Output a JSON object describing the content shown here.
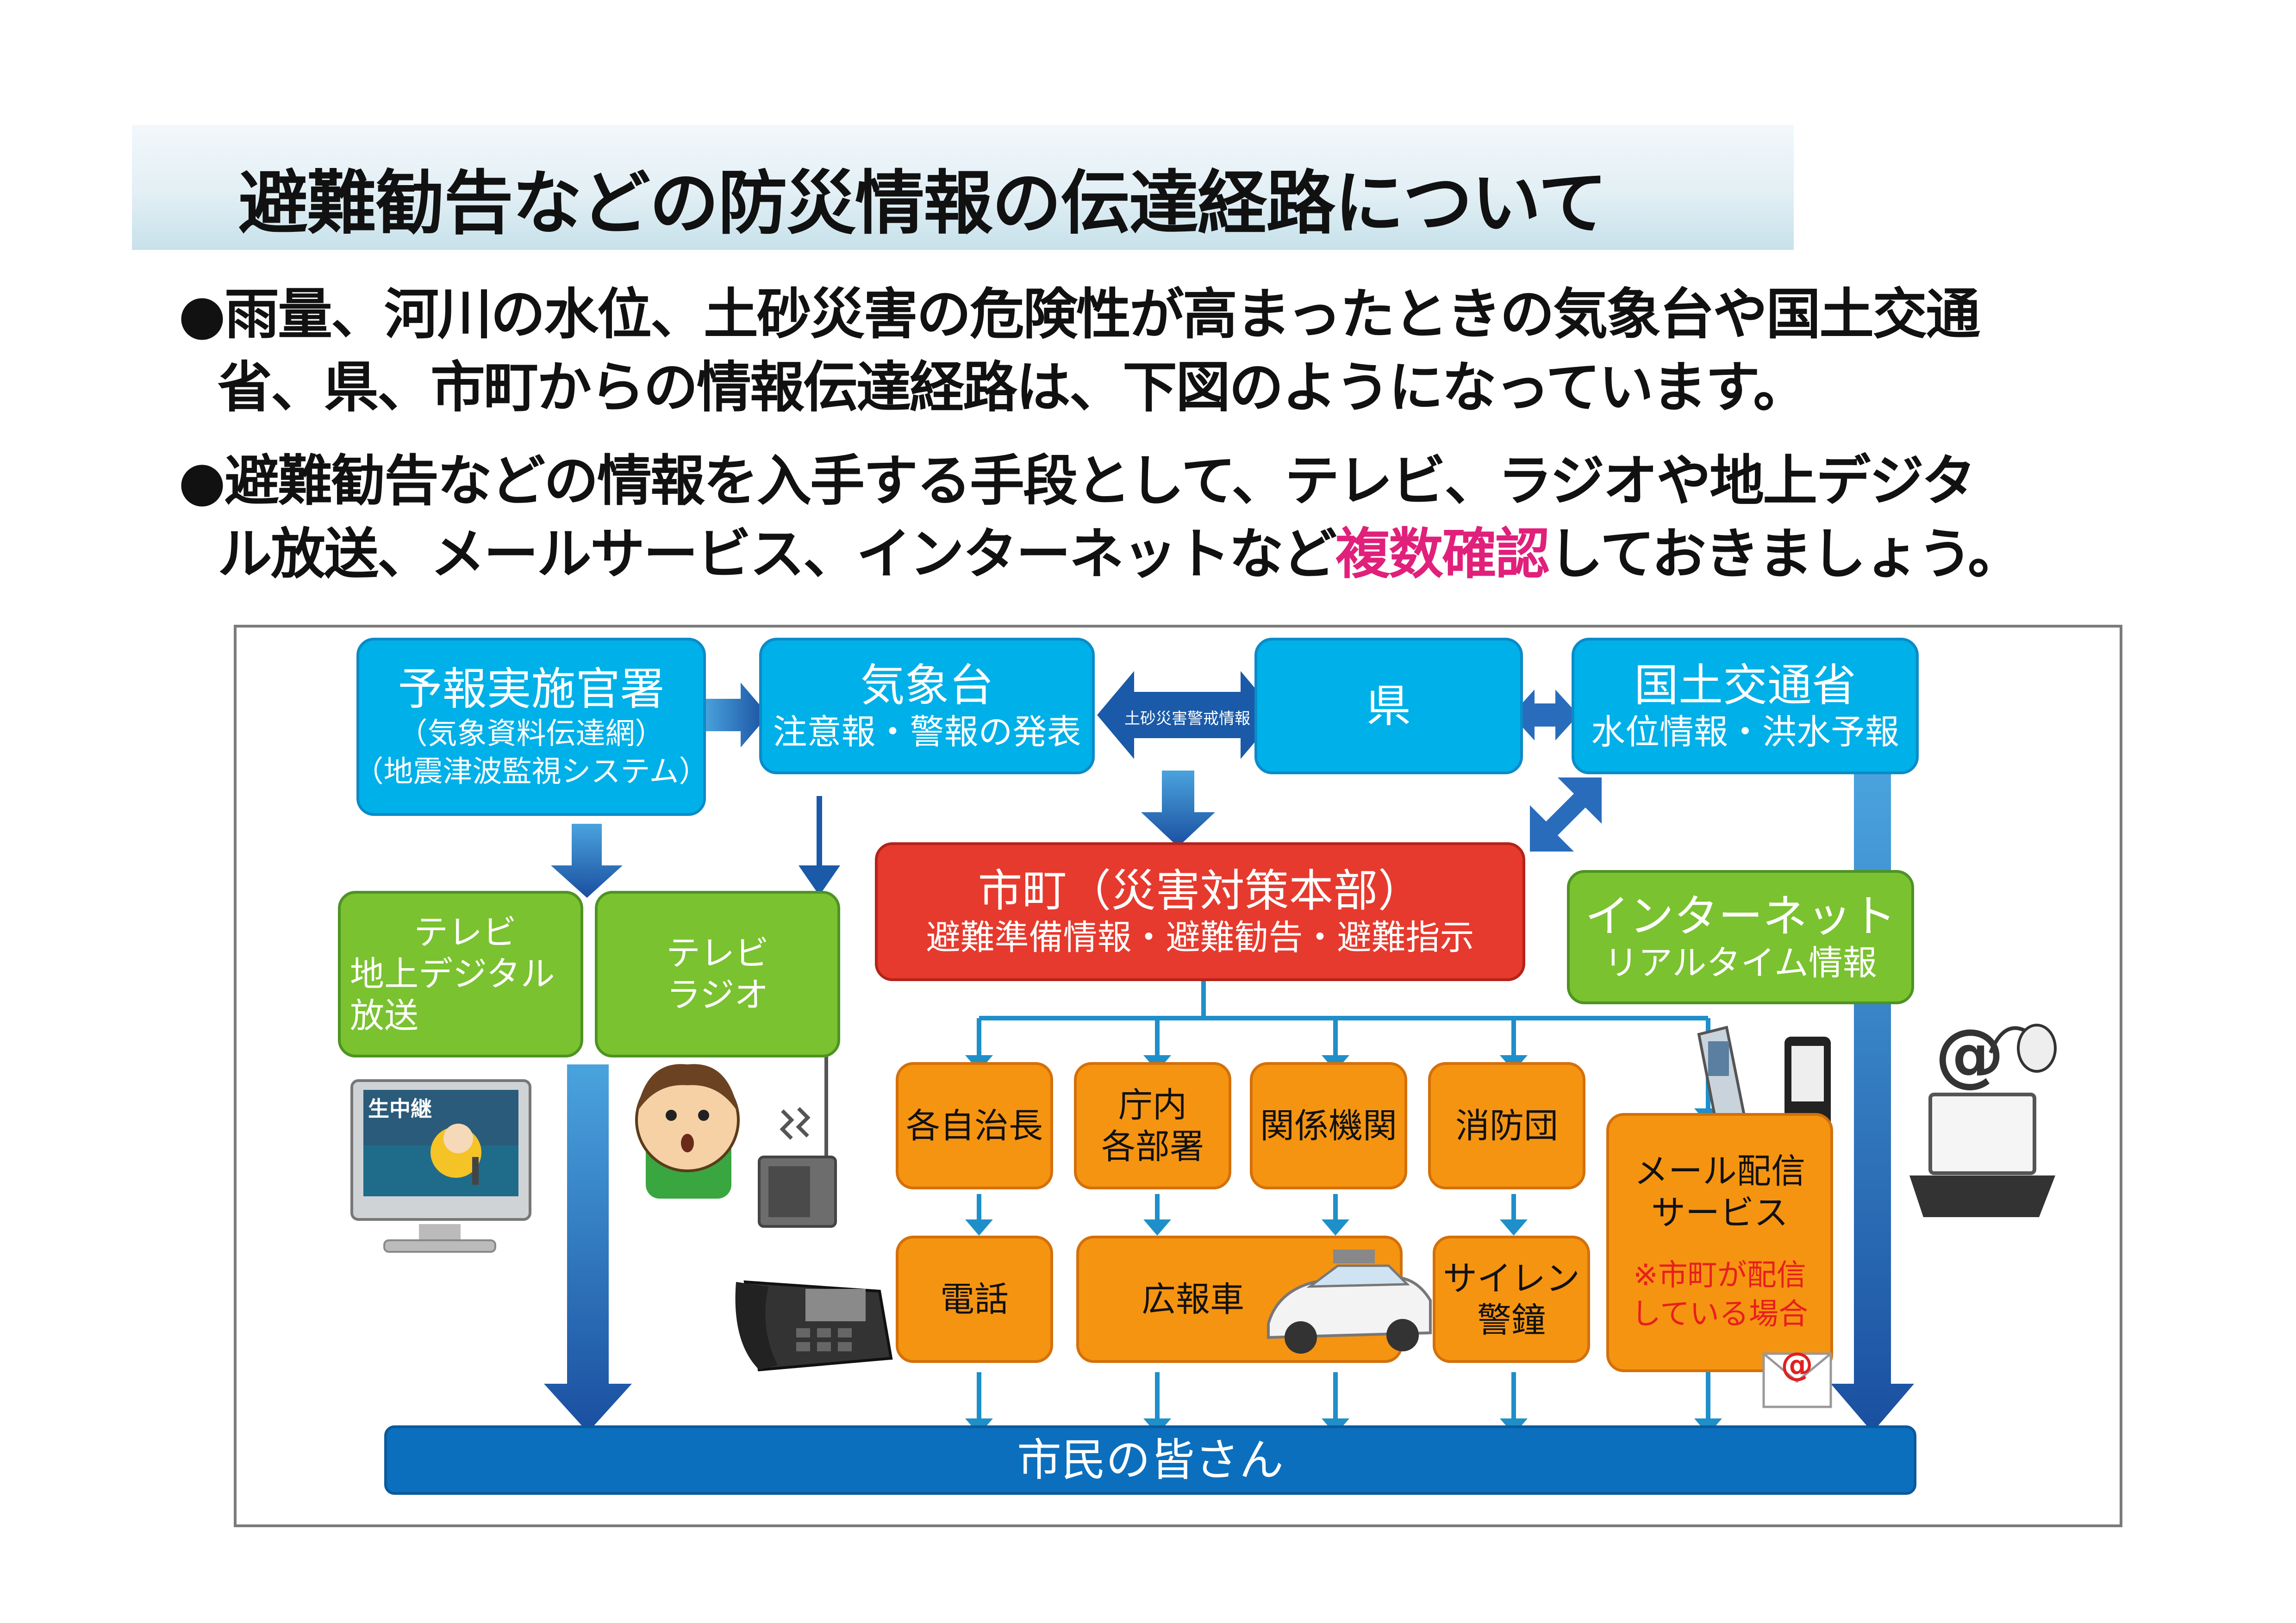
{
  "title": "避難勧告などの防災情報の伝達経路について",
  "bullets": {
    "b1_line1": "●雨量、河川の水位、土砂災害の危険性が高まったときの気象台や国土交通",
    "b1_line2": "省、県、市町からの情報伝達経路は、下図のようになっています。",
    "b2_line1": "●避難勧告などの情報を入手する手段として、テレビ、ラジオや地上デジタ",
    "b2_line2_before": "ル放送、メールサービス、インターネットなど",
    "b2_line2_emph": "複数確認",
    "b2_line2_after": "しておきましょう。"
  },
  "colors": {
    "emphasis": "#e0207a",
    "agency_box": "#00b0e8",
    "city_box": "#e63a2e",
    "media_box": "#7ac230",
    "channel_box": "#f59411",
    "citizens_bar": "#0b6fbd",
    "arrow": "#1a5aa8"
  },
  "diagram": {
    "forecast_office": {
      "title": "予報実施官署",
      "sub1": "（気象資料伝達網）",
      "sub2": "（地震津波監視システム）"
    },
    "meteorological_observatory": {
      "title": "気象台",
      "sub": "注意報・警報の発表"
    },
    "sediment_alert_label": "土砂災害警戒情報",
    "prefecture": {
      "title": "県"
    },
    "mlit": {
      "title": "国土交通省",
      "sub": "水位情報・洪水予報"
    },
    "city": {
      "title": "市町（災害対策本部）",
      "sub": "避難準備情報・避難勧告・避難指示"
    },
    "tv_digital": {
      "line1": "テレビ",
      "line2": "地上デジタル",
      "line3": "放送"
    },
    "tv_radio": {
      "line1": "テレビ",
      "line2": "ラジオ"
    },
    "internet": {
      "title": "インターネット",
      "sub": "リアルタイム情報"
    },
    "tv_screen_caption": "生中継",
    "channels": {
      "neighborhood_heads": "各自治長",
      "city_departments_line1": "庁内",
      "city_departments_line2": "各部署",
      "related_agencies": "関係機関",
      "fire_brigade": "消防団",
      "mail_line1": "メール配信",
      "mail_line2": "サービス",
      "mail_note_line1": "※市町が配信",
      "mail_note_line2": "している場合",
      "phone": "電話",
      "pr_vehicle": "広報車",
      "siren_line1": "サイレン",
      "siren_line2": "警鐘"
    },
    "citizens": "市民の皆さん",
    "icons": [
      "tv-broadcast-icon",
      "person-listening-icon",
      "radio-icon",
      "telephone-icon",
      "car-icon",
      "mobile-phone-icon",
      "email-icon",
      "at-mouse-icon",
      "laptop-icon"
    ]
  }
}
